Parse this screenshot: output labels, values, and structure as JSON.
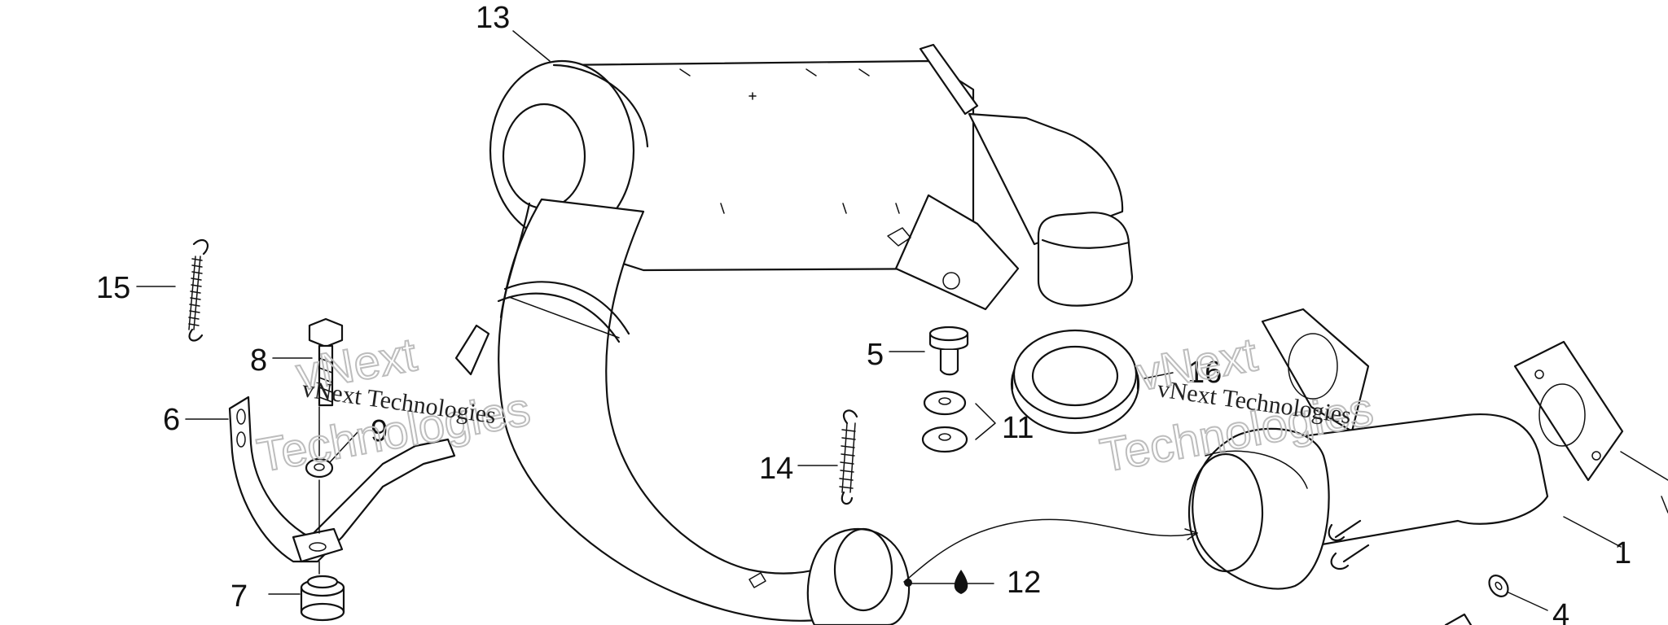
{
  "callouts": {
    "c1": "1",
    "c4": "4",
    "c5": "5",
    "c6": "6",
    "c7": "7",
    "c8": "8",
    "c9": "9",
    "c11": "11",
    "c12": "12",
    "c13": "13",
    "c14": "14",
    "c15": "15",
    "c16": "16"
  },
  "watermarks": {
    "left_small": "vNext Technologies",
    "left_big_1": "vNext",
    "left_big_2": "Technologies",
    "right_small": "vNext Technologies",
    "right_big_1": "vNext",
    "right_big_2": "Technologies"
  }
}
